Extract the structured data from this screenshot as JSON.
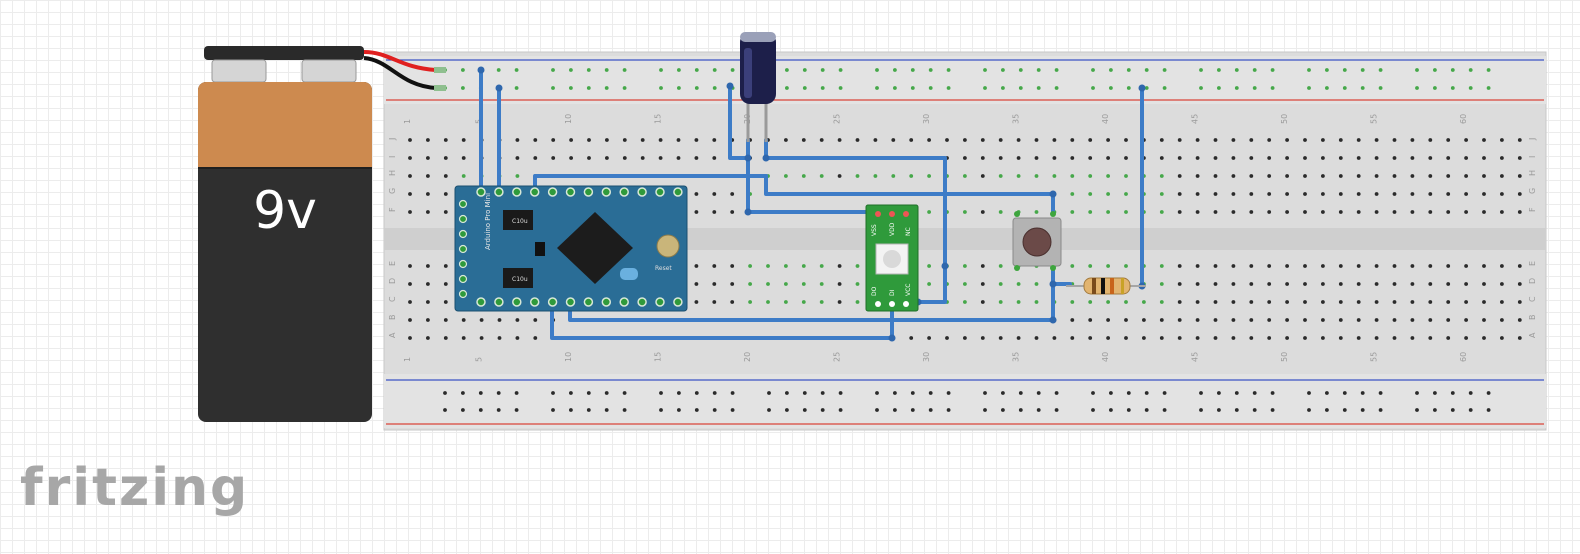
{
  "battery": {
    "label": "9v"
  },
  "brand": {
    "text": "fritzing"
  },
  "breadboard": {
    "column_numbers": [
      "1",
      "5",
      "10",
      "15",
      "20",
      "25",
      "30",
      "35",
      "40",
      "45",
      "50",
      "55",
      "60"
    ],
    "row_letters_top": [
      "J",
      "I",
      "H",
      "G",
      "F"
    ],
    "row_letters_bottom": [
      "E",
      "D",
      "C",
      "B",
      "A"
    ]
  },
  "arduino": {
    "name": "Arduino Pro Mini",
    "chip_labels": [
      "C10u",
      "C10u"
    ],
    "reset_label": "Reset"
  },
  "led_module": {
    "pin_labels_top": [
      "VSS",
      "VDD",
      "NC"
    ],
    "pin_labels_bottom": [
      "DO",
      "DI",
      "VCC"
    ]
  },
  "colors": {
    "wire": "#3d7cc7",
    "breadboard": "#dcdcdc",
    "rail_red": "#d9443a",
    "rail_blue": "#3b53c4",
    "battery_top": "#cd8a4f",
    "battery_body": "#2f2f2f",
    "arduino_pcb": "#2a6d96",
    "module_pcb": "#2f9a3b",
    "brand": "#a7a7a7"
  }
}
